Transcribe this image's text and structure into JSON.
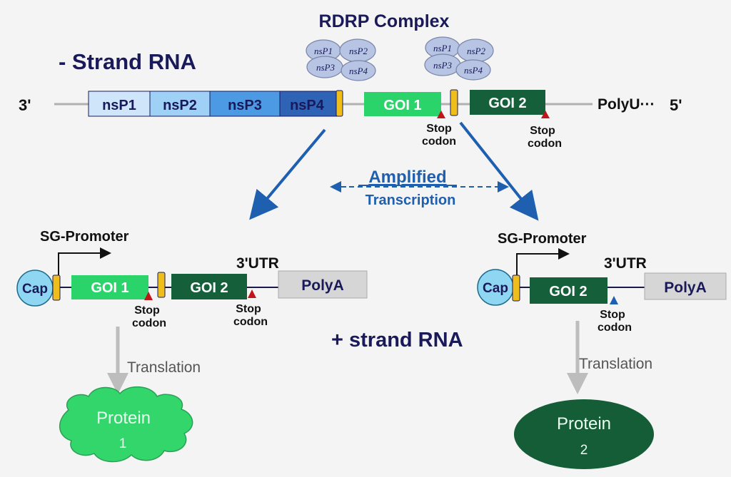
{
  "rdrp": {
    "title": "RDRP Complex",
    "cluster1": [
      "nsP1",
      "nsP2",
      "nsP3",
      "nsP4"
    ],
    "cluster2": [
      "nsP1",
      "nsP2",
      "nsP3",
      "nsP4"
    ]
  },
  "minus_strand": {
    "title": "- Strand RNA",
    "left_end": "3'",
    "right_end": "5'",
    "poly_u": "PolyU···",
    "segments": [
      "nsP1",
      "nsP2",
      "nsP3",
      "nsP4"
    ],
    "goi1": "GOI 1",
    "goi2": "GOI 2",
    "stop_codon_1": [
      "Stop",
      "codon"
    ],
    "stop_codon_2": [
      "Stop",
      "codon"
    ]
  },
  "middle": {
    "amplified": "Amplified",
    "transcription": "Transcription"
  },
  "left_construct": {
    "promoter": "SG-Promoter",
    "utr": "3'UTR",
    "cap": "Cap",
    "goi1": "GOI 1",
    "goi2": "GOI 2",
    "polya": "PolyA",
    "stop_codon_1": [
      "Stop",
      "codon"
    ],
    "stop_codon_2": [
      "Stop",
      "codon"
    ],
    "translation": "Translation",
    "protein": [
      "Protein",
      "1"
    ]
  },
  "right_construct": {
    "promoter": "SG-Promoter",
    "utr": "3'UTR",
    "cap": "Cap",
    "goi2": "GOI 2",
    "polya": "PolyA",
    "stop_codon": [
      "Stop",
      "codon"
    ],
    "translation": "Translation",
    "protein": [
      "Protein",
      "2"
    ]
  },
  "plus_strand_label": "+ strand RNA",
  "colors": {
    "nsp1": "#cfe6fa",
    "nsp2": "#9fd0f5",
    "nsp3": "#4b9ae3",
    "nsp4": "#2f63b5",
    "goi1": "#2bd46b",
    "goi2": "#15603a",
    "linker": "#f0be1a",
    "stop_red": "#c0161a",
    "stop_blue": "#1f5fb0",
    "cap": "#8fd6f2",
    "polya": "#d6d6d6",
    "arrow_blue": "#1f5fb0",
    "arrow_gray": "#bdbdbd",
    "protein1": "#33d66b",
    "protein2": "#145d37",
    "rdrp_blob": "#b7c4e4",
    "navy": "#1a1a5a"
  }
}
